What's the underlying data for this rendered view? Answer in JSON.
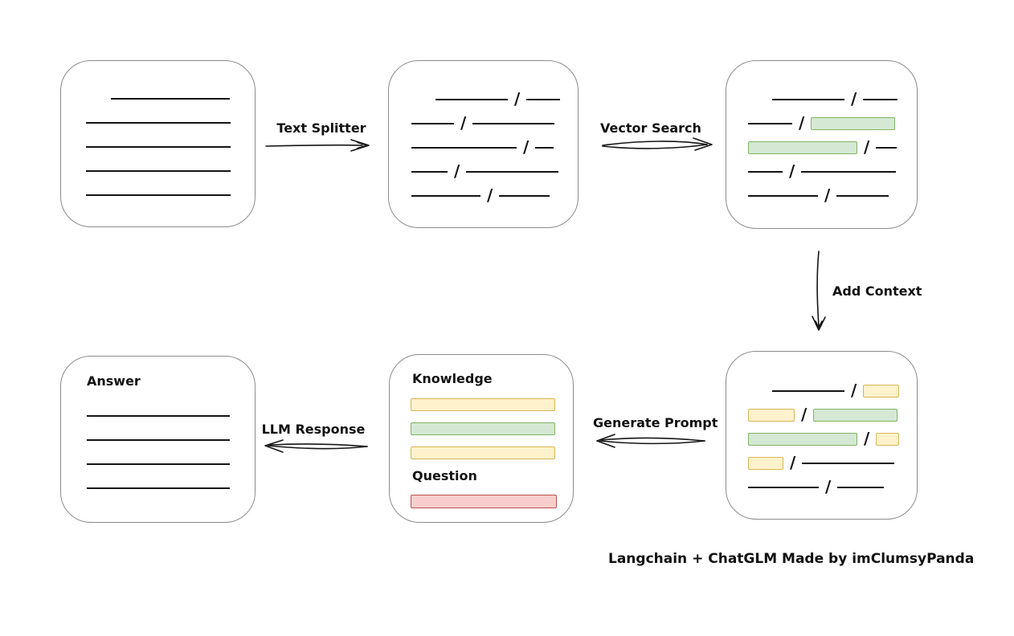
{
  "colors": {
    "box_border": "#8c8c8c",
    "line": "#141414",
    "green_fill": "#d5e8d4",
    "green_stroke": "#82b366",
    "yellow_fill": "#fff2cc",
    "yellow_stroke": "#d6b656",
    "red_fill": "#f8cecc",
    "red_stroke": "#b85450"
  },
  "labels": {
    "text_splitter": "Text Splitter",
    "vector_search": "Vector Search",
    "add_context": "Add Context",
    "generate_prompt": "Generate Prompt",
    "llm_response": "LLM Response",
    "knowledge": "Knowledge",
    "question": "Question",
    "answer": "Answer",
    "caption": "Langchain + ChatGLM Made by imClumsyPanda"
  },
  "boxes": {
    "document": {
      "rows": [
        [
          {
            "t": "line",
            "w": 148,
            "indent": 31
          }
        ],
        [
          {
            "t": "line",
            "w": 180
          }
        ],
        [
          {
            "t": "line",
            "w": 180
          }
        ],
        [
          {
            "t": "line",
            "w": 180
          }
        ],
        [
          {
            "t": "line",
            "w": 180
          }
        ]
      ]
    },
    "chunks": {
      "rows": [
        [
          {
            "t": "line",
            "w": 90,
            "indent": 30
          },
          {
            "t": "slash"
          },
          {
            "t": "line",
            "w": 42
          }
        ],
        [
          {
            "t": "line",
            "w": 53
          },
          {
            "t": "slash"
          },
          {
            "t": "line",
            "w": 102
          }
        ],
        [
          {
            "t": "line",
            "w": 131
          },
          {
            "t": "slash"
          },
          {
            "t": "line",
            "w": 23
          }
        ],
        [
          {
            "t": "line",
            "w": 45
          },
          {
            "t": "slash"
          },
          {
            "t": "line",
            "w": 115
          }
        ],
        [
          {
            "t": "line",
            "w": 86
          },
          {
            "t": "slash"
          },
          {
            "t": "line",
            "w": 63
          }
        ]
      ]
    },
    "search": {
      "rows": [
        [
          {
            "t": "line",
            "w": 90,
            "indent": 30
          },
          {
            "t": "slash"
          },
          {
            "t": "line",
            "w": 43
          }
        ],
        [
          {
            "t": "line",
            "w": 55
          },
          {
            "t": "slash"
          },
          {
            "t": "green",
            "w": 105
          }
        ],
        [
          {
            "t": "green",
            "w": 136
          },
          {
            "t": "slash"
          },
          {
            "t": "line",
            "w": 26
          }
        ],
        [
          {
            "t": "line",
            "w": 43
          },
          {
            "t": "slash"
          },
          {
            "t": "line",
            "w": 118
          }
        ],
        [
          {
            "t": "line",
            "w": 87
          },
          {
            "t": "slash"
          },
          {
            "t": "line",
            "w": 65
          }
        ]
      ]
    },
    "context": {
      "rows": [
        [
          {
            "t": "line",
            "w": 90,
            "indent": 30
          },
          {
            "t": "slash"
          },
          {
            "t": "yellow",
            "w": 45
          }
        ],
        [
          {
            "t": "yellow",
            "w": 58
          },
          {
            "t": "slash"
          },
          {
            "t": "green",
            "w": 105
          }
        ],
        [
          {
            "t": "green",
            "w": 136
          },
          {
            "t": "slash"
          },
          {
            "t": "yellow",
            "w": 29
          }
        ],
        [
          {
            "t": "yellow",
            "w": 44
          },
          {
            "t": "slash"
          },
          {
            "t": "line",
            "w": 115
          }
        ],
        [
          {
            "t": "line",
            "w": 88
          },
          {
            "t": "slash"
          },
          {
            "t": "line",
            "w": 58
          }
        ]
      ]
    },
    "prompt": {
      "knowledge_bars": [
        [
          {
            "t": "yellow",
            "w": 180
          }
        ],
        [
          {
            "t": "green",
            "w": 180
          }
        ],
        [
          {
            "t": "yellow",
            "w": 180
          }
        ]
      ],
      "question_bars": [
        [
          {
            "t": "red",
            "w": 182
          }
        ]
      ]
    },
    "answer": {
      "rows": [
        [
          {
            "t": "line",
            "w": 178
          }
        ],
        [
          {
            "t": "line",
            "w": 178
          }
        ],
        [
          {
            "t": "line",
            "w": 178
          }
        ],
        [
          {
            "t": "line",
            "w": 178
          }
        ]
      ]
    }
  }
}
